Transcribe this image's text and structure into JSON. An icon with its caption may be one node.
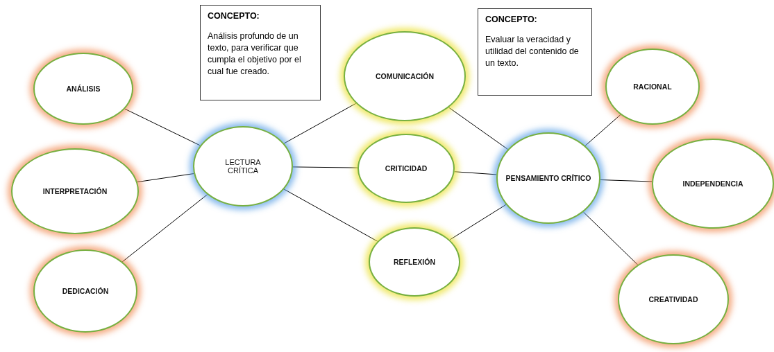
{
  "diagram": {
    "nodes": [
      {
        "text": [
          "CONCEPTO:",
          "Análisis profundo de un texto, para verificar que cumpla el objetivo por el cual fue creado."
        ]
      },
      {
        "text": [
          "CONCEPTO:",
          "Evaluar la veracidad y utilidad del contenido de un texto."
        ]
      },
      {
        "text": [
          "ANÁLISIS"
        ]
      },
      {
        "text": [
          "INTERPRETACIÓN"
        ]
      },
      {
        "text": [
          "DEDICACIÓN"
        ]
      },
      {
        "text": [
          "LECTURA CRÍTICA"
        ]
      },
      {
        "text": [
          "COMUNICACIÓN"
        ]
      },
      {
        "text": [
          "CRITICIDAD"
        ]
      },
      {
        "text": [
          "REFLEXIÓN"
        ]
      },
      {
        "text": [
          "PENSAMIENTO CRÍTICO"
        ]
      },
      {
        "text": [
          "RACIONAL"
        ]
      },
      {
        "text": [
          "INDEPENDENCIA"
        ]
      },
      {
        "text": [
          "CREATIVIDAD"
        ]
      }
    ],
    "edges": [
      {
        "from": 2,
        "to": 5,
        "arrow": "none"
      },
      {
        "from": 3,
        "to": 5,
        "arrow": "none"
      },
      {
        "from": 4,
        "to": 5,
        "arrow": "none"
      },
      {
        "from": 5,
        "to": 6,
        "arrow": "none"
      },
      {
        "from": 5,
        "to": 7,
        "arrow": "none"
      },
      {
        "from": 5,
        "to": 8,
        "arrow": "none"
      },
      {
        "from": 6,
        "to": 9,
        "arrow": "none"
      },
      {
        "from": 7,
        "to": 9,
        "arrow": "none"
      },
      {
        "from": 8,
        "to": 9,
        "arrow": "none"
      },
      {
        "from": 9,
        "to": 10,
        "arrow": "none"
      },
      {
        "from": 9,
        "to": 11,
        "arrow": "none"
      },
      {
        "from": 9,
        "to": 12,
        "arrow": "none"
      }
    ]
  }
}
